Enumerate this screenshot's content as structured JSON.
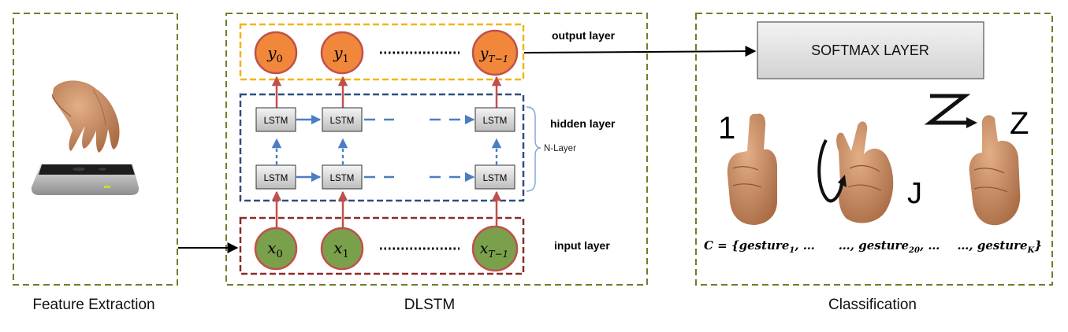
{
  "captions": {
    "feature": "Feature Extraction",
    "dlstm": "DLSTM",
    "classification": "Classification"
  },
  "layers": {
    "output": "output layer",
    "hidden": "hidden layer",
    "input": "input layer",
    "n_layer": "N-Layer"
  },
  "nodes": {
    "outputs": [
      {
        "base": "y",
        "sub": "0"
      },
      {
        "base": "y",
        "sub": "1"
      },
      {
        "base": "y",
        "sub": "T−1"
      }
    ],
    "inputs": [
      {
        "base": "x",
        "sub": "0"
      },
      {
        "base": "x",
        "sub": "1"
      },
      {
        "base": "x",
        "sub": "T−1"
      }
    ],
    "lstm_label": "LSTM"
  },
  "softmax": {
    "label": "SOFTMAX LAYER"
  },
  "gestures": {
    "labels": [
      "1",
      "J",
      "Z"
    ],
    "formula": {
      "lead": "C = {",
      "word": "gesture",
      "terms": [
        {
          "sub": "1",
          "after": ", …"
        },
        {
          "sub": "20",
          "before": "…, ",
          "after": ", …"
        },
        {
          "sub": "K",
          "before": "…, ",
          "after": "}"
        }
      ]
    }
  },
  "colors": {
    "outer_border": "#6e7f2a",
    "output_box": "#f2b418",
    "hidden_box": "#2e4f7f",
    "input_box": "#8a2b2b",
    "output_node": "#f0873a",
    "input_node": "#7ba04b",
    "red_arrow": "#c0504d",
    "blue_arrow": "#4a7ec3",
    "brace": "#7aa6d6",
    "skin": "#c98c63"
  }
}
